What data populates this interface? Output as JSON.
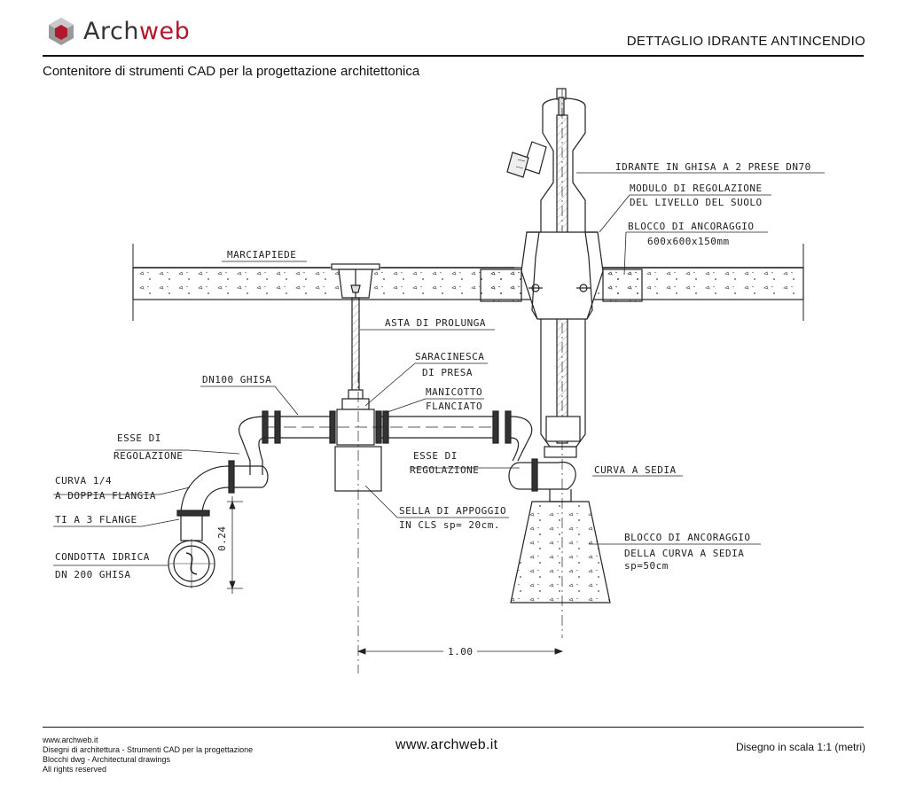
{
  "header": {
    "logo_text_a": "Arch",
    "logo_text_b": "web",
    "title": "DETTAGLIO IDRANTE ANTINCENDIO",
    "subtitle": "Contenitore di strumenti CAD per la progettazione architettonica"
  },
  "labels": {
    "idrante": "IDRANTE IN GHISA A 2 PRESE DN70",
    "modulo_1": "MODULO DI REGOLAZIONE",
    "modulo_2": "DEL LIVELLO DEL SUOLO",
    "blocco_top_1": "BLOCCO DI ANCORAGGIO",
    "blocco_top_2": "600x600x150mm",
    "marciapiede": "MARCIAPIEDE",
    "asta": "ASTA DI PROLUNGA",
    "saracinesca_1": "SARACINESCA",
    "saracinesca_2": "DI PRESA",
    "manicotto_1": "MANICOTTO",
    "manicotto_2": "FLANCIATO",
    "dn100": "DN100 GHISA",
    "esse_left_1": "ESSE DI",
    "esse_left_2": "REGOLAZIONE",
    "esse_right_1": "ESSE DI",
    "esse_right_2": "REGOLAZIONE",
    "curva_sedia": "CURVA A SEDIA",
    "curva14_1": "CURVA 1/4",
    "curva14_2": "A DOPPIA FLANGIA",
    "ti": "TI A 3 FLANGE",
    "condotta_1": "CONDOTTA IDRICA",
    "condotta_2": "DN 200 GHISA",
    "sella_1": "SELLA DI APPOGGIO",
    "sella_2": "IN CLS sp= 20cm.",
    "blocco_bot_1": "BLOCCO DI ANCORAGGIO",
    "blocco_bot_2": "DELLA CURVA A SEDIA",
    "blocco_bot_3": "sp=50cm",
    "dim_024": "0.24",
    "dim_100": "1.00"
  },
  "footer": {
    "line1": "www.archweb.it",
    "line2": "Disegni di architettura - Strumenti CAD  per la progettazione",
    "line3": "Blocchi dwg - Architectural drawings",
    "line4": "All rights reserved",
    "center": "www.archweb.it",
    "scale": "Disegno in scala 1:1 (metri)"
  },
  "colors": {
    "brand_red": "#b2182b",
    "ink": "#111111"
  }
}
